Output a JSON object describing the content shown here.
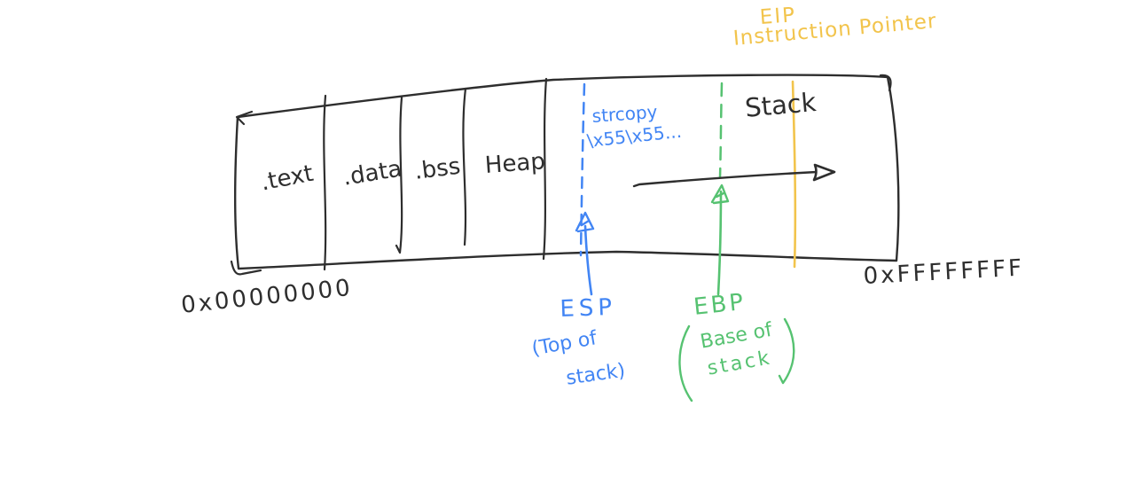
{
  "diagram": {
    "kind": "hand-drawn process memory layout sketch (buffer overflow)",
    "colors": {
      "ink": "#2e2e2e",
      "esp_blue": "#4285f4",
      "ebp_green": "#56c271",
      "eip_orange": "#f2c44c"
    },
    "memory_box": {
      "sections": [
        {
          "label": ".text"
        },
        {
          "label": ".data"
        },
        {
          "label": ".bss"
        },
        {
          "label": "Heap"
        },
        {
          "label": "Stack"
        }
      ],
      "address_low": "0x00000000",
      "address_high": "0xFFFFFFFF"
    },
    "overflow": {
      "function": "strcopy",
      "payload": "\\x55\\x55..."
    },
    "pointers": {
      "esp": {
        "name": "ESP",
        "desc_line1": "(Top of",
        "desc_line2": "stack)"
      },
      "ebp": {
        "name": "EBP",
        "desc_line1": "Base of",
        "desc_line2": "stack"
      },
      "eip": {
        "name": "EIP",
        "desc": "Instruction Pointer"
      }
    }
  }
}
